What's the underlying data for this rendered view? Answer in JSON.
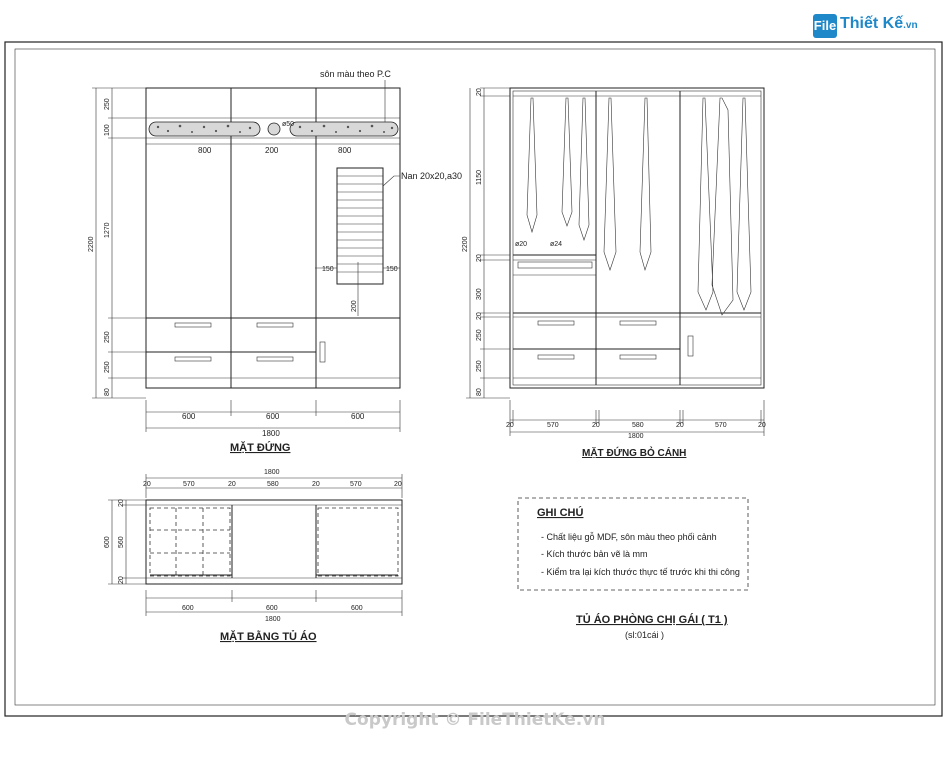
{
  "logo": {
    "mark": "File",
    "name": "Thiết Kế",
    "suffix": ".vn"
  },
  "copyright": "Copyright © FileThietKe.vn",
  "front": {
    "title": "MẶT ĐỨNG",
    "paint_note": "sôn màu theo P.C",
    "slat_note": "Nan 20x20,a30",
    "top_widths": [
      "800",
      "200",
      "800"
    ],
    "bottom_widths": [
      "600",
      "600",
      "600"
    ],
    "total": "1800",
    "heights": [
      "250",
      "100",
      "1270",
      "250",
      "250",
      "80"
    ],
    "total_height": "2200",
    "diam": "ø50",
    "slat_side": [
      "150",
      "150"
    ],
    "slat_height": "200"
  },
  "section": {
    "title": "MẶT ĐỨNG BỎ CÁNH",
    "heights": [
      "20",
      "1150",
      "20",
      "300",
      "20",
      "250",
      "250",
      "80"
    ],
    "total_height": "2200",
    "widths": [
      "20",
      "570",
      "20",
      "580",
      "20",
      "570",
      "20"
    ],
    "total": "1800",
    "rod_note": "ø24",
    "rod_note2": "ø20"
  },
  "plan": {
    "title": "MẶT BẰNG TỦ ÁO",
    "top_widths": [
      "20",
      "570",
      "20",
      "580",
      "20",
      "570",
      "20"
    ],
    "total": "1800",
    "bottom_widths": [
      "600",
      "600",
      "600"
    ],
    "total_bottom": "1800",
    "depths": [
      "20",
      "560",
      "20"
    ],
    "total_depth": "600"
  },
  "notes": {
    "heading": "GHI CHÚ",
    "items": [
      "- Chất liệu gỗ MDF, sôn màu theo phối cảnh",
      "- Kích thước bản vẽ là mm",
      "- Kiểm tra lại kích thước thực tế trước khi thi công"
    ]
  },
  "product": {
    "name": "TỦ ÁO PHÒNG CHỊ GÁI ( T1 )",
    "qty": "(sl:01cái )"
  }
}
